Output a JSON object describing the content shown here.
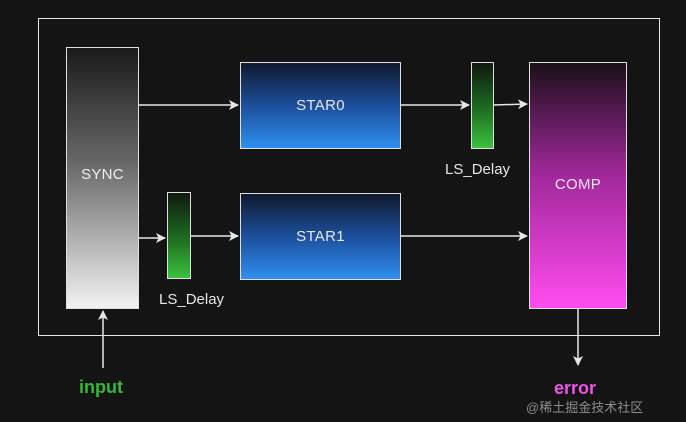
{
  "blocks": {
    "sync": "SYNC",
    "star0": "STAR0",
    "star1": "STAR1",
    "comp": "COMP"
  },
  "delays": {
    "top_label": "LS_Delay",
    "bottom_label": "LS_Delay"
  },
  "io": {
    "input": "input",
    "error": "error"
  },
  "colors": {
    "background": "#141414",
    "input_text": "#36b83a",
    "error_text": "#ee55e8",
    "star_blue": "#2f8ff0",
    "delay_green": "#3cc23e",
    "comp_magenta": "#ff4cf0"
  },
  "watermark": "@稀土掘金技术社区"
}
